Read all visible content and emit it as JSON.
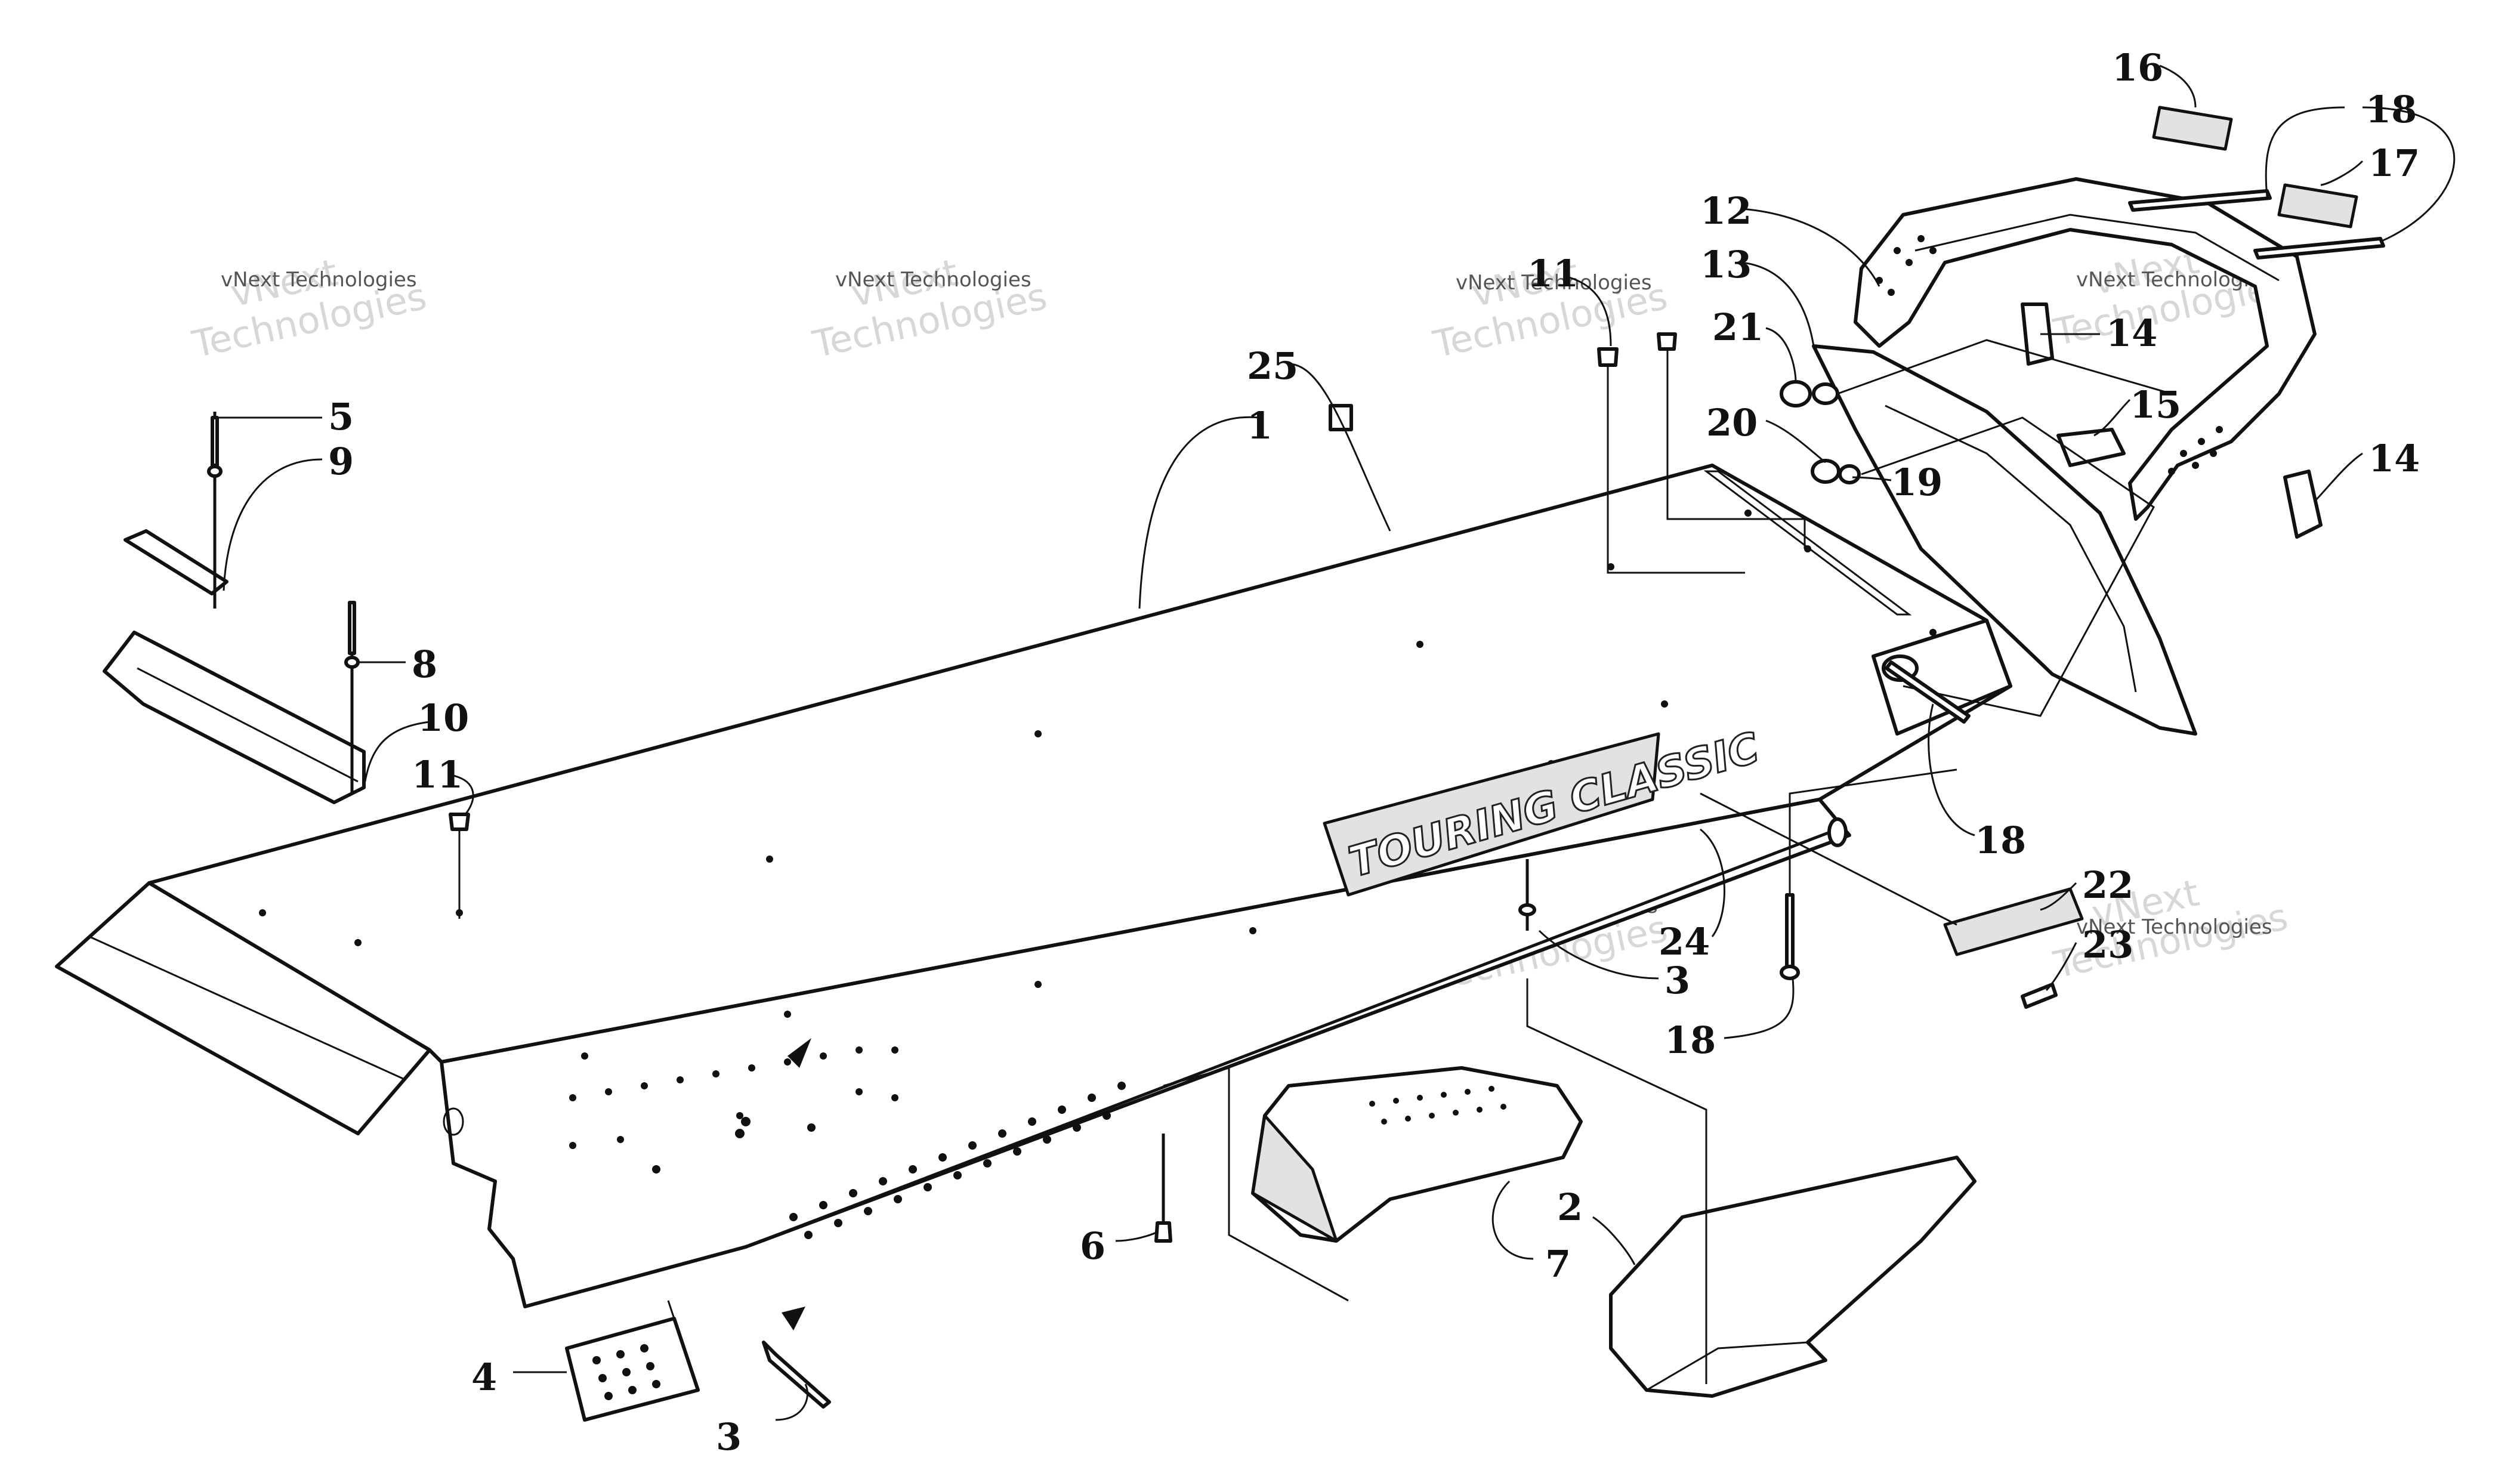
{
  "callouts": [
    {
      "id": "c1",
      "label": "1"
    },
    {
      "id": "c2",
      "label": "2"
    },
    {
      "id": "c3a",
      "label": "3"
    },
    {
      "id": "c3b",
      "label": "3"
    },
    {
      "id": "c4",
      "label": "4"
    },
    {
      "id": "c5",
      "label": "5"
    },
    {
      "id": "c6",
      "label": "6"
    },
    {
      "id": "c7",
      "label": "7"
    },
    {
      "id": "c8",
      "label": "8"
    },
    {
      "id": "c9",
      "label": "9"
    },
    {
      "id": "c10",
      "label": "10"
    },
    {
      "id": "c11a",
      "label": "11"
    },
    {
      "id": "c11b",
      "label": "11"
    },
    {
      "id": "c12",
      "label": "12"
    },
    {
      "id": "c13",
      "label": "13"
    },
    {
      "id": "c14a",
      "label": "14"
    },
    {
      "id": "c14b",
      "label": "14"
    },
    {
      "id": "c15",
      "label": "15"
    },
    {
      "id": "c16",
      "label": "16"
    },
    {
      "id": "c17",
      "label": "17"
    },
    {
      "id": "c18a",
      "label": "18"
    },
    {
      "id": "c18b",
      "label": "18"
    },
    {
      "id": "c18c",
      "label": "18"
    },
    {
      "id": "c19",
      "label": "19"
    },
    {
      "id": "c20",
      "label": "20"
    },
    {
      "id": "c21",
      "label": "21"
    },
    {
      "id": "c22",
      "label": "22"
    },
    {
      "id": "c23",
      "label": "23"
    },
    {
      "id": "c24",
      "label": "24"
    },
    {
      "id": "c25",
      "label": "25"
    }
  ],
  "logo": {
    "text": "TOURING CLASSIC"
  },
  "watermark": {
    "line1": "vNext",
    "line2": "Technologies",
    "small": "vNext Technologies"
  }
}
